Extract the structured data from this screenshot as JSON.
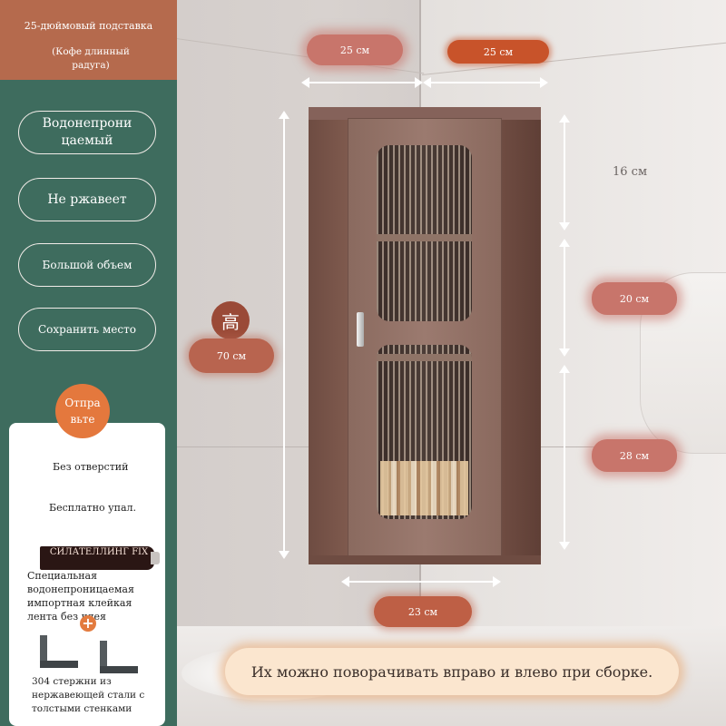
{
  "header": {
    "title": "25-дюймовый подставка",
    "variant": "(Кофе длинный радуга)"
  },
  "features": [
    "Водонепрони цаемый",
    "Не ржавеет",
    "Большой объем",
    "Сохранить место"
  ],
  "gift": {
    "badge": "Отпра вьте",
    "item1": "Без отверстий",
    "item2": "Бесплатно упал.",
    "tube_label": "СИЛАТЕЛЛИНГ FIX",
    "item3": "Специальная водонепроницаемая импортная клейкая лента без клея",
    "item4": "304 стержни из нержавеющей стали с толстыми стенками"
  },
  "dimensions": {
    "depth_left": "25 см",
    "depth_right": "25 см",
    "height_label_glyph": "高",
    "height_total": "70 см",
    "section_top": "16 см",
    "section_mid": "20 см",
    "section_bottom": "28 см",
    "width": "23 см"
  },
  "caption": "Их можно поворачивать вправо и влево при сборке.",
  "colors": {
    "header_bg": "#b56a4d",
    "panel_bg": "#3e6c5e",
    "badge_bg": "#e4783d",
    "dim_pill": "#c8756b",
    "caption_bg": "#fbe6cf"
  }
}
